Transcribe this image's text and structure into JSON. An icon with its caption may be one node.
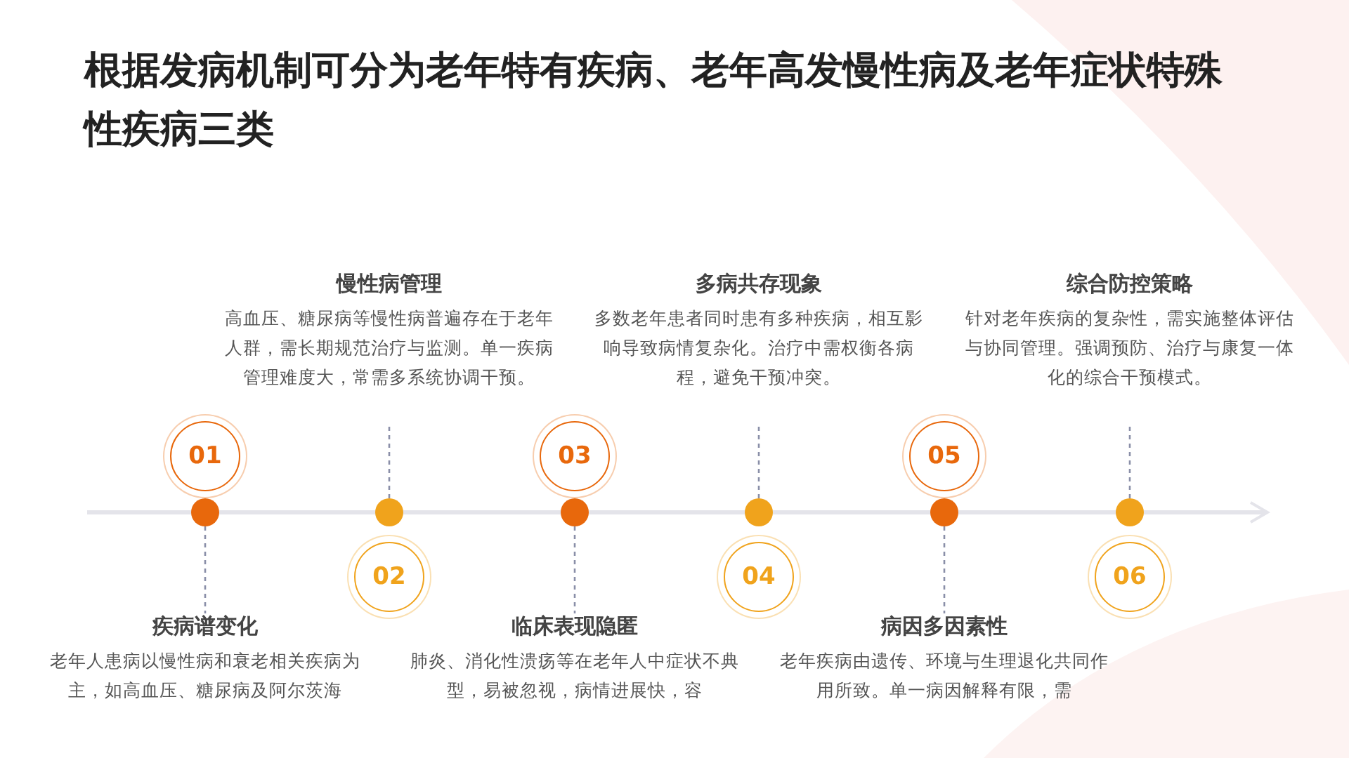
{
  "diagram": {
    "title": "根据发病机制可分为老年特有疾病、老年高发慢性病及老年症状特殊性疾病三类",
    "nodes": [
      {
        "text": [
          "01"
        ]
      },
      {
        "text": [],
        "shape": "circle"
      },
      {
        "text": [
          "疾病谱变化",
          "老年人患病以慢性病和衰老相关疾病为主，如高血压、糖尿病及阿尔茨海"
        ]
      },
      {
        "text": [
          "02"
        ]
      },
      {
        "text": [],
        "shape": "circle"
      },
      {
        "text": [
          "慢性病管理",
          "高血压、糖尿病等慢性病普遍存在于老年人群，需长期规范治疗与监测。单一疾病管理难度大，常需多系统协调干预。"
        ]
      },
      {
        "text": [
          "03"
        ]
      },
      {
        "text": [],
        "shape": "circle"
      },
      {
        "text": [
          "临床表现隐匿",
          "肺炎、消化性溃疡等在老年人中症状不典型，易被忽视，病情进展快，容"
        ]
      },
      {
        "text": [
          "04"
        ]
      },
      {
        "text": [],
        "shape": "circle"
      },
      {
        "text": [
          "多病共存现象",
          "多数老年患者同时患有多种疾病，相互影响导致病情复杂化。治疗中需权衡各病程，避免干预冲突。"
        ]
      },
      {
        "text": [
          "05"
        ]
      },
      {
        "text": [],
        "shape": "circle"
      },
      {
        "text": [
          "病因多因素性",
          "老年疾病由遗传、环境与生理退化共同作用所致。单一病因解释有限，需"
        ]
      },
      {
        "text": [
          "06"
        ]
      },
      {
        "text": [],
        "shape": "circle"
      },
      {
        "text": [
          "综合防控策略",
          "针对老年疾病的复杂性，需实施整体评估与协同管理。强调预防、治疗与康复一体化的综合干预模式。"
        ]
      }
    ],
    "edges": [
      {
        "from": 1,
        "to": 2,
        "arrow": "none",
        "style": "dashed"
      },
      {
        "from": 4,
        "to": 5,
        "arrow": "none",
        "style": "dashed"
      },
      {
        "from": 7,
        "to": 8,
        "arrow": "none",
        "style": "dashed"
      },
      {
        "from": 10,
        "to": 11,
        "arrow": "none",
        "style": "dashed"
      },
      {
        "from": 13,
        "to": 14,
        "arrow": "none",
        "style": "dashed"
      },
      {
        "from": 16,
        "to": 17,
        "arrow": "none",
        "style": "dashed"
      }
    ]
  }
}
